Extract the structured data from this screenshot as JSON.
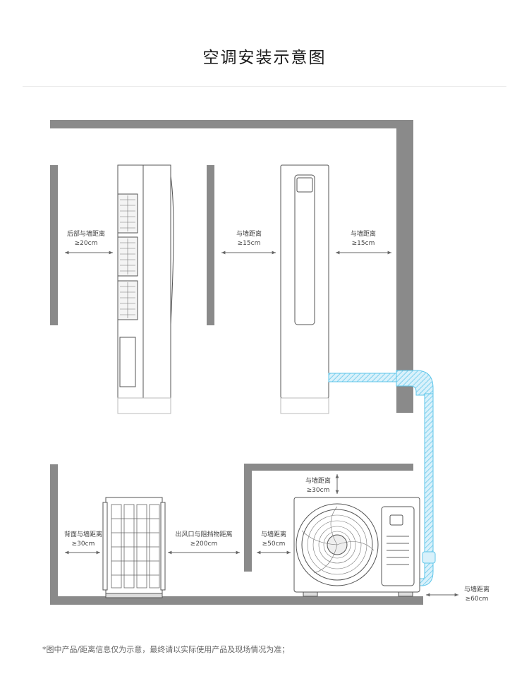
{
  "title": "空调安装示意图",
  "labels": {
    "indoor_back": {
      "name": "后部与墙距离",
      "value": "≥20cm"
    },
    "indoor_left": {
      "name": "与墙距离",
      "value": "≥15cm"
    },
    "indoor_right": {
      "name": "与墙距离",
      "value": "≥15cm"
    },
    "outdoor_top": {
      "name": "与墙距离",
      "value": "≥30cm"
    },
    "outdoor_back": {
      "name": "背面与墙距离",
      "value": "≥30cm"
    },
    "outdoor_outlet": {
      "name": "出风口与阻挡物距离",
      "value": "≥200cm"
    },
    "outdoor_side": {
      "name": "与墙距离",
      "value": "≥50cm"
    },
    "outdoor_right": {
      "name": "与墙距离",
      "value": "≥60cm"
    }
  },
  "footnote": "*图中产品/距离信息仅为示意，最终请以实际使用产品及现场情况为准；",
  "colors": {
    "wall": "#8a8a8a",
    "pipe": "#5fc6ea",
    "line": "#666666"
  }
}
